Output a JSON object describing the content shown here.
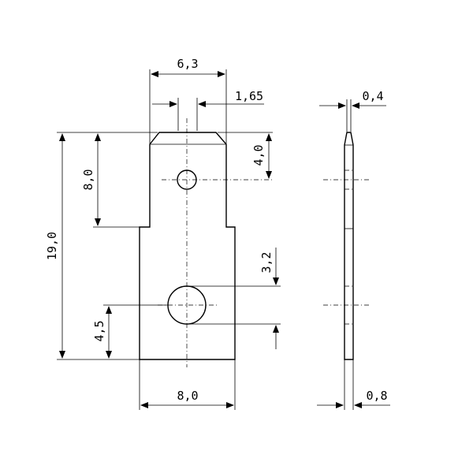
{
  "dimensions": {
    "tab_width": "6,3",
    "tab_chamfer": "1,65",
    "material_thickness": "0,4",
    "hole_offset_top": "4,0",
    "tab_length": "8,0",
    "overall_length": "19,0",
    "hole_diameter": "3,2",
    "hole_height_from_bottom": "4,5",
    "base_width": "8,0",
    "side_thickness": "0,8"
  }
}
